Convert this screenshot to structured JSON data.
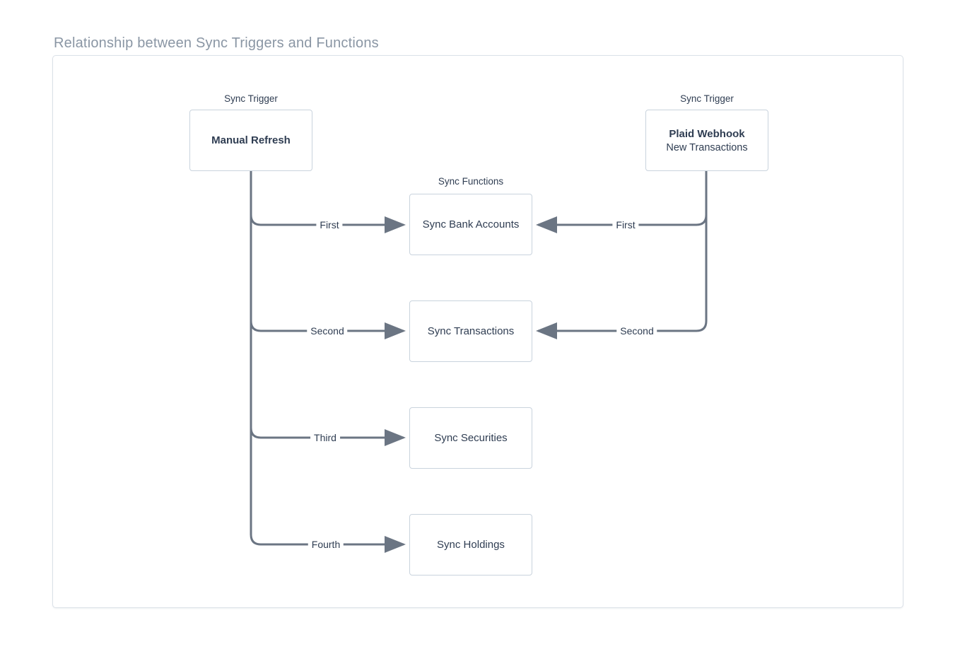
{
  "title": "Relationship between Sync Triggers and Functions",
  "diagram": {
    "triggers": [
      {
        "group_label": "Sync Trigger",
        "name": "Manual Refresh",
        "subtitle": ""
      },
      {
        "group_label": "Sync Trigger",
        "name": "Plaid Webhook",
        "subtitle": "New Transactions"
      }
    ],
    "functions_group_label": "Sync Functions",
    "functions": [
      {
        "name": "Sync Bank Accounts"
      },
      {
        "name": "Sync Transactions"
      },
      {
        "name": "Sync Securities"
      },
      {
        "name": "Sync Holdings"
      }
    ],
    "edges": {
      "manual_refresh": [
        {
          "label": "First",
          "to": "Sync Bank Accounts"
        },
        {
          "label": "Second",
          "to": "Sync Transactions"
        },
        {
          "label": "Third",
          "to": "Sync Securities"
        },
        {
          "label": "Fourth",
          "to": "Sync Holdings"
        }
      ],
      "plaid_webhook": [
        {
          "label": "First",
          "to": "Sync Bank Accounts"
        },
        {
          "label": "Second",
          "to": "Sync Transactions"
        }
      ]
    },
    "colors": {
      "line": "#6b7583",
      "box_border": "#c9d3dd",
      "container_border": "#dbe1e8",
      "text_dark": "#2f3d52",
      "heading_gray": "#8a96a4"
    }
  }
}
